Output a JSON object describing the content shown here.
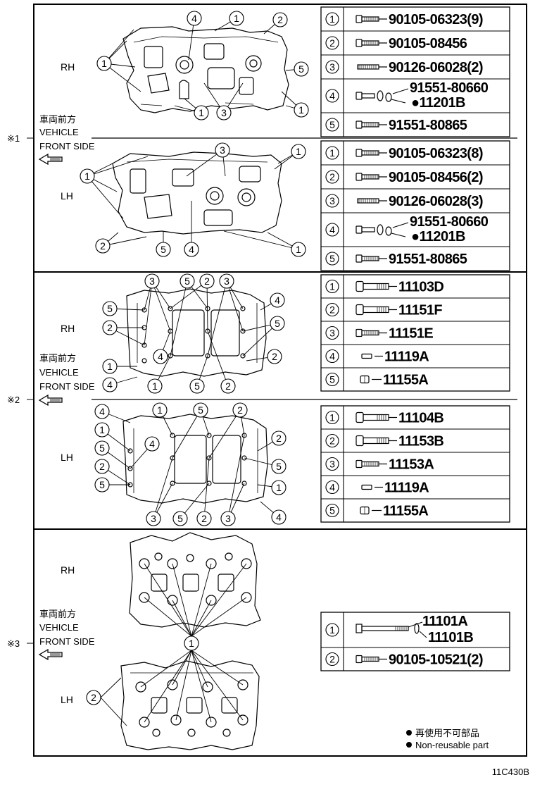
{
  "sections": [
    {
      "mark": "※1",
      "direction": {
        "ja": "車両前方",
        "en1": "VEHICLE",
        "en2": "FRONT SIDE"
      },
      "views": [
        {
          "side": "RH",
          "parts": [
            {
              "no": "1",
              "part": "90105-06323(9)",
              "icon": "bolt-flange"
            },
            {
              "no": "2",
              "part": "90105-08456",
              "icon": "bolt-flange"
            },
            {
              "no": "3",
              "part": "90126-06028(2)",
              "icon": "stud-bolt"
            },
            {
              "no": "4",
              "part": "91551-80660",
              "part2": "●11201B",
              "icon": "bolt-with-washer"
            },
            {
              "no": "5",
              "part": "91551-80865",
              "icon": "bolt-flange"
            }
          ]
        },
        {
          "side": "LH",
          "parts": [
            {
              "no": "1",
              "part": "90105-06323(8)",
              "icon": "bolt-flange"
            },
            {
              "no": "2",
              "part": "90105-08456(2)",
              "icon": "bolt-flange"
            },
            {
              "no": "3",
              "part": "90126-06028(3)",
              "icon": "stud-bolt"
            },
            {
              "no": "4",
              "part": "91551-80660",
              "part2": "●11201B",
              "icon": "bolt-with-washer"
            },
            {
              "no": "5",
              "part": "91551-80865",
              "icon": "bolt-flange"
            }
          ]
        }
      ]
    },
    {
      "mark": "※2",
      "direction": {
        "ja": "車両前方",
        "en1": "VEHICLE",
        "en2": "FRONT SIDE"
      },
      "views": [
        {
          "side": "RH",
          "parts": [
            {
              "no": "1",
              "part": "11103D",
              "icon": "bolt-long"
            },
            {
              "no": "2",
              "part": "11151F",
              "icon": "bolt-long"
            },
            {
              "no": "3",
              "part": "11151E",
              "icon": "bolt-flange"
            },
            {
              "no": "4",
              "part": "11119A",
              "icon": "dowel-pin"
            },
            {
              "no": "5",
              "part": "11155A",
              "icon": "dowel-ring"
            }
          ]
        },
        {
          "side": "LH",
          "parts": [
            {
              "no": "1",
              "part": "11104B",
              "icon": "bolt-long"
            },
            {
              "no": "2",
              "part": "11153B",
              "icon": "bolt-long"
            },
            {
              "no": "3",
              "part": "11153A",
              "icon": "bolt-flange"
            },
            {
              "no": "4",
              "part": "11119A",
              "icon": "dowel-pin"
            },
            {
              "no": "5",
              "part": "11155A",
              "icon": "dowel-ring"
            }
          ]
        }
      ]
    },
    {
      "mark": "※3",
      "direction": {
        "ja": "車両前方",
        "en1": "VEHICLE",
        "en2": "FRONT SIDE"
      },
      "views": [
        {
          "side": "RH"
        },
        {
          "side": "LH"
        }
      ],
      "parts": [
        {
          "no": "1",
          "part": "11101A",
          "part2": "11101B",
          "icon": "head-bolt-with-washer"
        },
        {
          "no": "2",
          "part": "90105-10521(2)",
          "icon": "bolt-flange"
        }
      ],
      "callout_numbers": [
        "1",
        "2"
      ]
    }
  ],
  "diagram_callouts": {
    "s1_rh": [
      "4",
      "1",
      "2",
      "1",
      "5",
      "1",
      "3",
      "1"
    ],
    "s1_lh": [
      "3",
      "1",
      "1",
      "2",
      "5",
      "4",
      "1"
    ],
    "s2_rh": [
      "3",
      "5",
      "2",
      "3",
      "4",
      "5",
      "2",
      "5",
      "4",
      "1",
      "4",
      "1",
      "5",
      "2",
      "2"
    ],
    "s2_lh": [
      "4",
      "1",
      "1",
      "5",
      "2",
      "4",
      "2",
      "5",
      "2",
      "5",
      "5",
      "1",
      "3",
      "5",
      "2",
      "3",
      "4"
    ]
  },
  "legend": {
    "ja": "再使用不可部品",
    "en": "Non-reusable part"
  },
  "figure_id": "11C430B"
}
